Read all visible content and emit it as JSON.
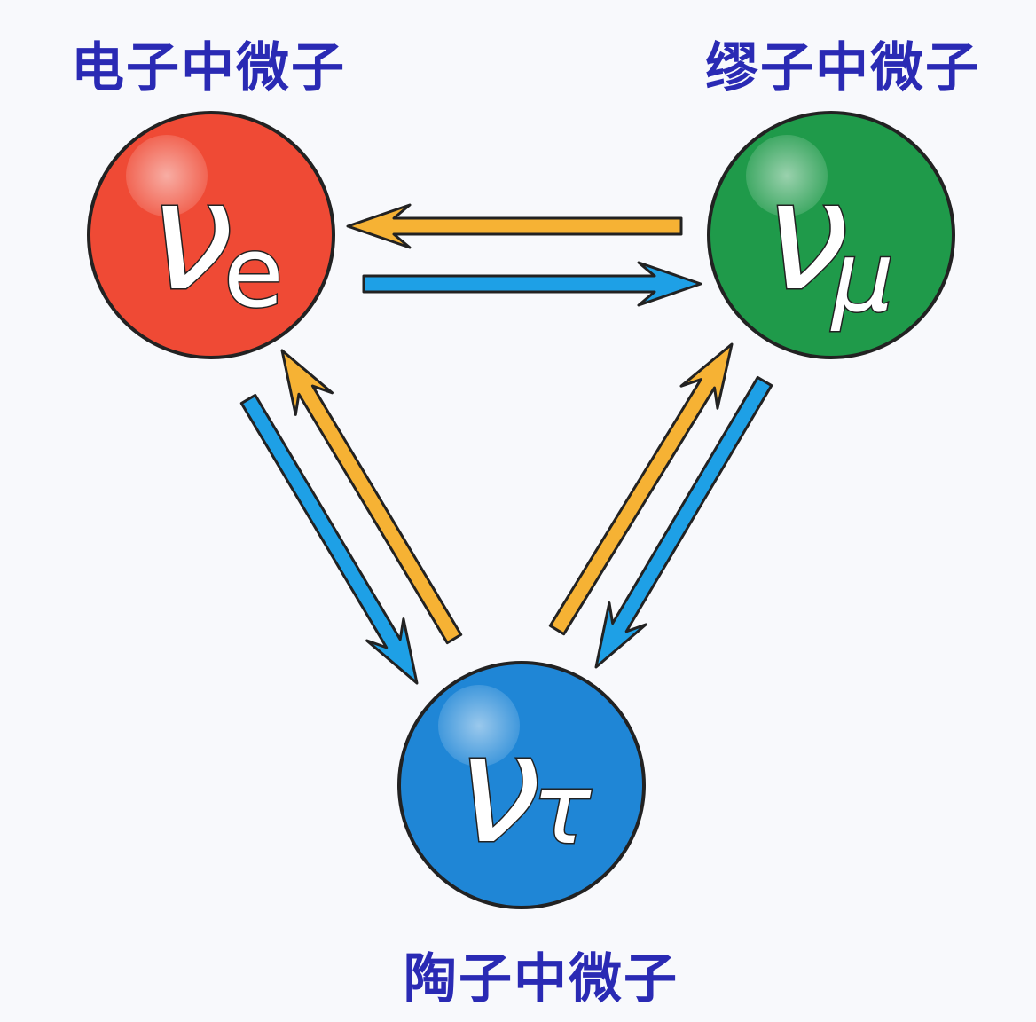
{
  "title": "Neutrino oscillation",
  "neutrinos": [
    {
      "id": "electron",
      "label": "电子中微子",
      "symbol": "ν",
      "subscript": "e",
      "color": "#ef4a35"
    },
    {
      "id": "muon",
      "label": "缪子中微子",
      "symbol": "ν",
      "subscript": "μ",
      "color": "#1f9a4a"
    },
    {
      "id": "tau",
      "label": "陶子中微子",
      "symbol": "ν",
      "subscript": "τ",
      "color": "#1f86d6"
    }
  ],
  "arrow_colors": {
    "orange": "#f6b234",
    "blue": "#1ea0e6",
    "outline": "#222222"
  },
  "transitions": [
    {
      "from": "muon",
      "to": "electron",
      "color": "orange"
    },
    {
      "from": "electron",
      "to": "muon",
      "color": "blue"
    },
    {
      "from": "electron",
      "to": "tau",
      "color": "blue"
    },
    {
      "from": "tau",
      "to": "electron",
      "color": "orange"
    },
    {
      "from": "tau",
      "to": "muon",
      "color": "orange"
    },
    {
      "from": "muon",
      "to": "tau",
      "color": "blue"
    }
  ]
}
